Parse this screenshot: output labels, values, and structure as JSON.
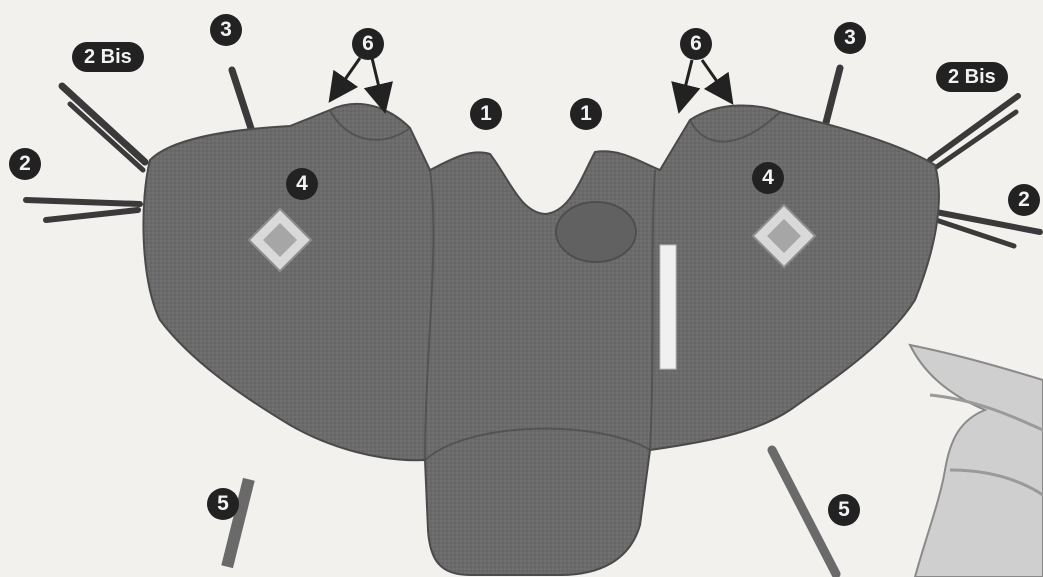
{
  "callouts": {
    "bis_left": "2 Bis",
    "bis_right": "2 Bis",
    "strap_left": "2",
    "strap_right": "2",
    "top_strap_left": "3",
    "top_strap_right": "3",
    "center_left": "1",
    "center_right": "1",
    "panel_left": "4",
    "panel_right": "4",
    "bottom_strap_left": "5",
    "bottom_strap_right": "5",
    "pointer_left": "6",
    "pointer_right": "6"
  },
  "colors": {
    "fabric": "#6b6b6b",
    "fabric_dark": "#4e4e4e",
    "strap": "#3a3a3a",
    "badge": "#222222",
    "background": "#f3f1ee"
  }
}
